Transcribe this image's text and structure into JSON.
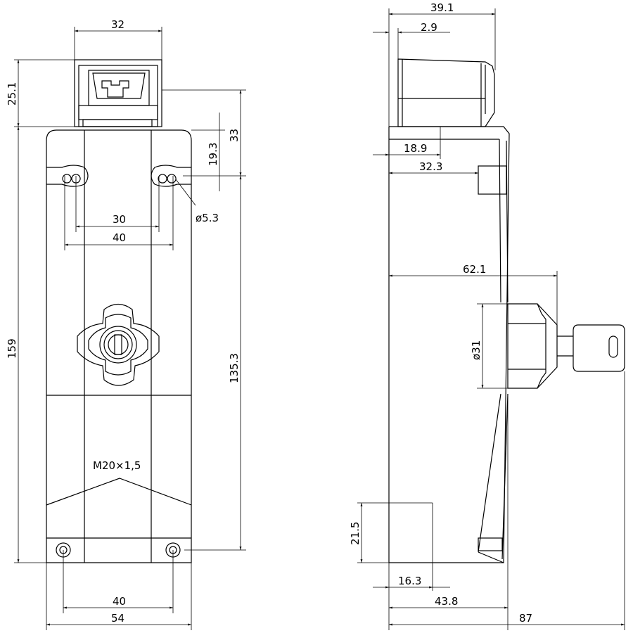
{
  "front_view": {
    "dims": {
      "width_head": "32",
      "height_head": "25.1",
      "height_total": "159",
      "offset_33": "33",
      "offset_19_3": "19.3",
      "hole_dia": "ø5.3",
      "slot_spacing_30": "30",
      "slot_spacing_40": "40",
      "mount_height": "135.3",
      "bottom_holes_40": "40",
      "width_total": "54"
    },
    "thread_label": "M20×1,5"
  },
  "side_view": {
    "dims": {
      "top_39_1": "39.1",
      "top_2_9": "2.9",
      "head_18_9": "18.9",
      "head_32_3": "32.3",
      "key_62_1": "62.1",
      "key_dia": "ø31",
      "base_21_5": "21.5",
      "base_16_3": "16.3",
      "base_43_8": "43.8",
      "total_87": "87"
    }
  }
}
